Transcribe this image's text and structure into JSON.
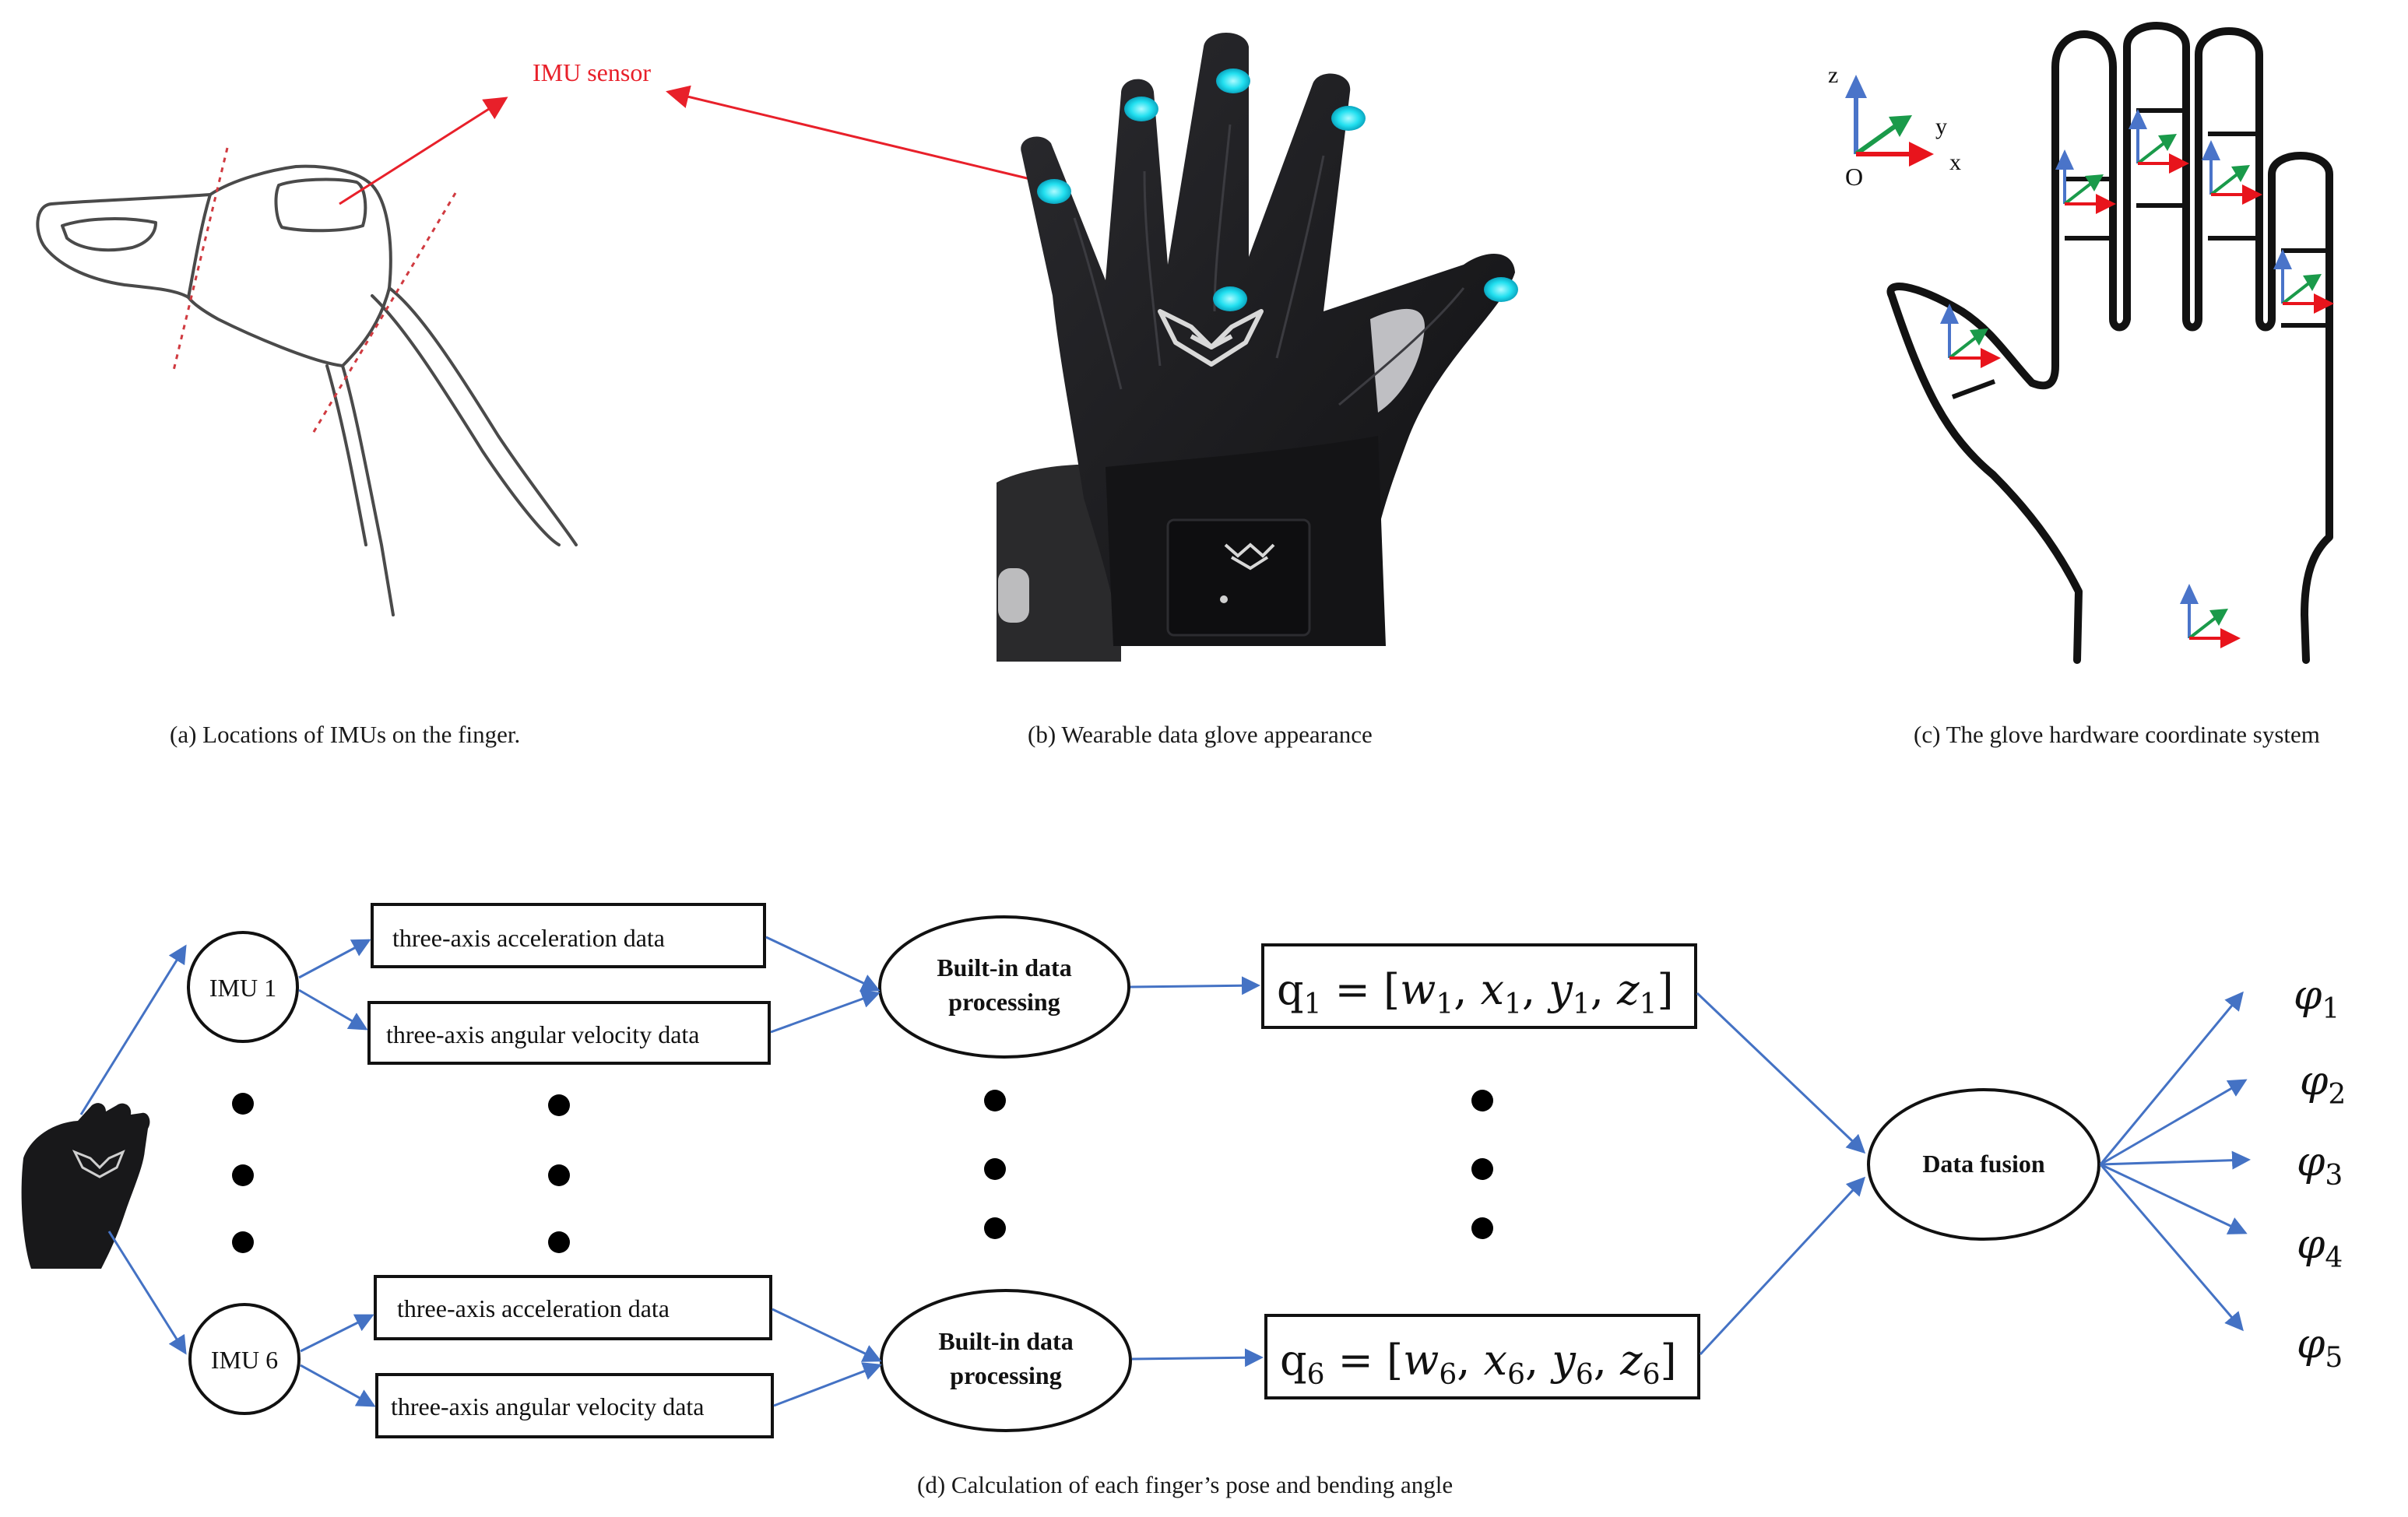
{
  "panel_a": {
    "annotation": "IMU sensor",
    "caption": "(a) Locations of IMUs on the finger."
  },
  "panel_b": {
    "caption": "(b) Wearable data glove appearance"
  },
  "panel_c": {
    "axis_z": "z",
    "axis_y": "y",
    "axis_x": "x",
    "origin": "O",
    "caption": "(c) The glove hardware coordinate system"
  },
  "panel_d": {
    "caption": "(d) Calculation of each finger’s pose and bending angle",
    "imu_1": "IMU 1",
    "imu_6": "IMU 6",
    "accel_1": "three-axis acceleration data",
    "gyro_1": "three-axis angular velocity data",
    "accel_6": "three-axis acceleration data",
    "gyro_6": "three-axis angular velocity data",
    "builtin_line1": "Built-in data",
    "builtin_line2": "processing",
    "q1": {
      "lhs": "q",
      "sub": "1",
      "eq": " = [",
      "w": "w",
      "x": "x",
      "y": "y",
      "z": "z",
      "close": "]"
    },
    "q6": {
      "lhs": "q",
      "sub": "6",
      "eq": " = [",
      "w": "w",
      "x": "x",
      "y": "y",
      "z": "z",
      "close": "]"
    },
    "fusion": "Data fusion",
    "outputs": [
      {
        "sym": "φ",
        "sub": "1"
      },
      {
        "sym": "φ",
        "sub": "2"
      },
      {
        "sym": "φ",
        "sub": "3"
      },
      {
        "sym": "φ",
        "sub": "4"
      },
      {
        "sym": "φ",
        "sub": "5"
      }
    ]
  },
  "colors": {
    "annotation_red": "#e8202a",
    "flow_blue": "#4472c4",
    "axis_blue": "#4a74c9",
    "axis_green": "#1a9a4a",
    "axis_red": "#e8141c",
    "sensor_cyan": "#22e0f0",
    "glove_black": "#1b1b1d"
  }
}
